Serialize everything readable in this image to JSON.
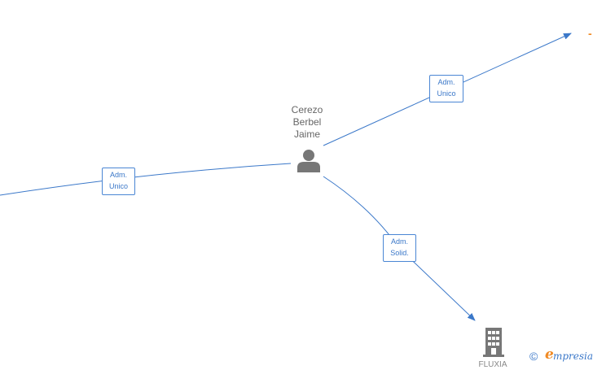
{
  "person": {
    "name_lines": [
      "Cerezo",
      "Berbel",
      "Jaime"
    ],
    "icon": "person-icon"
  },
  "edges": [
    {
      "label_lines": [
        "Adm.",
        "Unico"
      ],
      "target": "company-top-right"
    },
    {
      "label_lines": [
        "Adm.",
        "Unico"
      ],
      "target": "company-left"
    },
    {
      "label_lines": [
        "Adm.",
        "Solid."
      ],
      "target": "company-bottom"
    }
  ],
  "companies": {
    "bottom": {
      "name": "FLUXIA",
      "icon": "building-icon"
    }
  },
  "brand": {
    "copyright_symbol": "©",
    "logo_letter": "e",
    "logo_rest": "mpresia"
  },
  "colors": {
    "edge": "#3b78c9",
    "label_border": "#4a86d4",
    "node_icon": "#777777",
    "accent": "#f08a24"
  }
}
